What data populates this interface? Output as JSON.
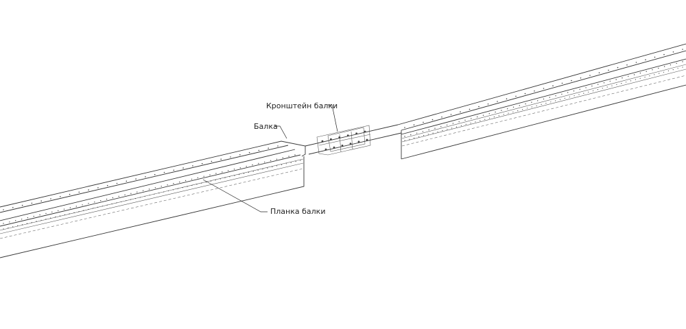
{
  "labels": {
    "bracket": "Кронштейн балки",
    "beam": "Балка",
    "plate": "Планка балки"
  }
}
